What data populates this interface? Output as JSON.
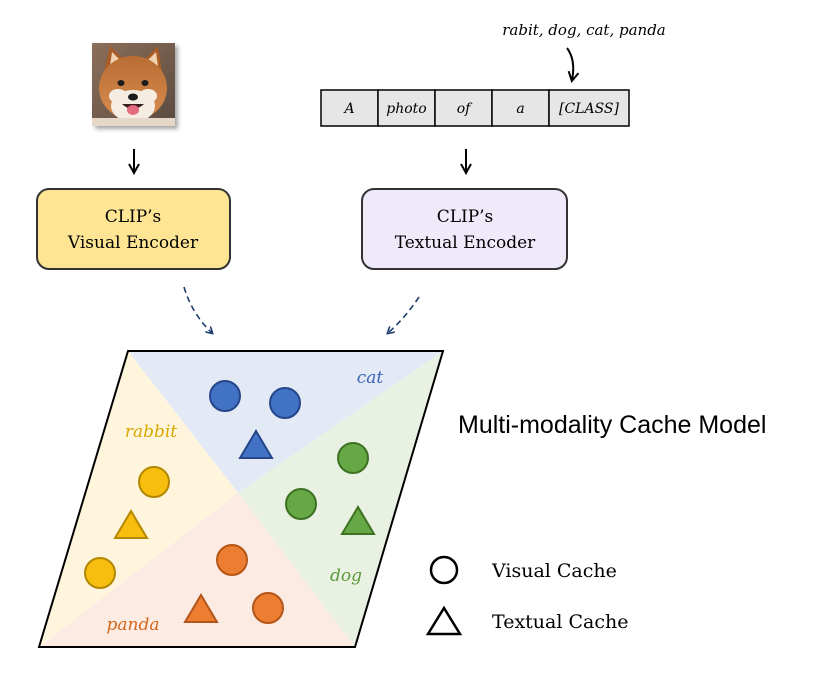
{
  "class_list": "rabit, dog, cat, panda",
  "prompt_tokens": [
    "A",
    "photo",
    "of",
    "a",
    "[CLASS]"
  ],
  "visual_encoder": {
    "line1": "CLIP’s",
    "line2": "Visual Encoder",
    "fill": "#fde594",
    "stroke": "#333333"
  },
  "textual_encoder": {
    "line1": "CLIP’s",
    "line2": "Textual Encoder",
    "fill": "#efe9f9",
    "stroke": "#333333"
  },
  "cache_model": {
    "title": "Multi-modality Cache Model",
    "regions": [
      {
        "name": "cat",
        "label": "cat",
        "fill": "#e3e9f5",
        "color": "#3a67b8"
      },
      {
        "name": "dog",
        "label": "dog",
        "fill": "#e9f2e2",
        "color": "#5b9a3a"
      },
      {
        "name": "panda",
        "label": "panda",
        "fill": "#fcebe3",
        "color": "#d4681e"
      },
      {
        "name": "rabbit",
        "label": "rabbit",
        "fill": "#fff5dc",
        "color": "#d6a800"
      }
    ]
  },
  "legend": {
    "visual": "Visual Cache",
    "textual": "Textual Cache"
  }
}
